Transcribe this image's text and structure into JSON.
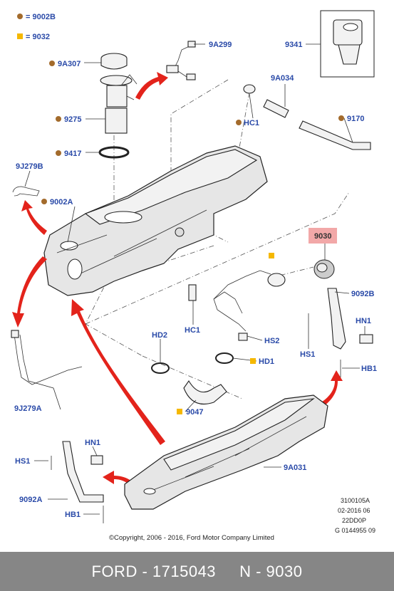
{
  "legend": {
    "brown_label": "= 9002B",
    "yellow_label": "= 9032",
    "brown_color": "#a36b2c",
    "yellow_color": "#f5b800"
  },
  "callouts": {
    "c9A307": "9A307",
    "c9A299": "9A299",
    "c9341": "9341",
    "c9A034": "9A034",
    "c9275": "9275",
    "cHC1_top": "HC1",
    "c9170": "9170",
    "c9417": "9417",
    "c9J279B": "9J279B",
    "c9002A": "9002A",
    "c9030": "9030",
    "c9092B": "9092B",
    "cHN1_right": "HN1",
    "cHC1_mid": "HC1",
    "cHD2": "HD2",
    "cHS2": "HS2",
    "cHD1": "HD1",
    "cHS1_right": "HS1",
    "cHB1_right": "HB1",
    "c9J279A": "9J279A",
    "c9047": "9047",
    "cHN1_left": "HN1",
    "cHS1_left": "HS1",
    "c9A031": "9A031",
    "c9092A": "9092A",
    "cHB1_left": "HB1"
  },
  "highlight_color": "#f2a8a8",
  "arrow_color": "#e3231b",
  "reference": {
    "line1": "3100105A",
    "line2": "02-2016 06",
    "line3": "22DD0P",
    "line4": "G 0144955 09"
  },
  "copyright": "©Copyright, 2006 - 2016, Ford Motor Company Limited",
  "footer": {
    "brand": "FORD",
    "part_number": "1715043",
    "label": "N - 9030"
  }
}
